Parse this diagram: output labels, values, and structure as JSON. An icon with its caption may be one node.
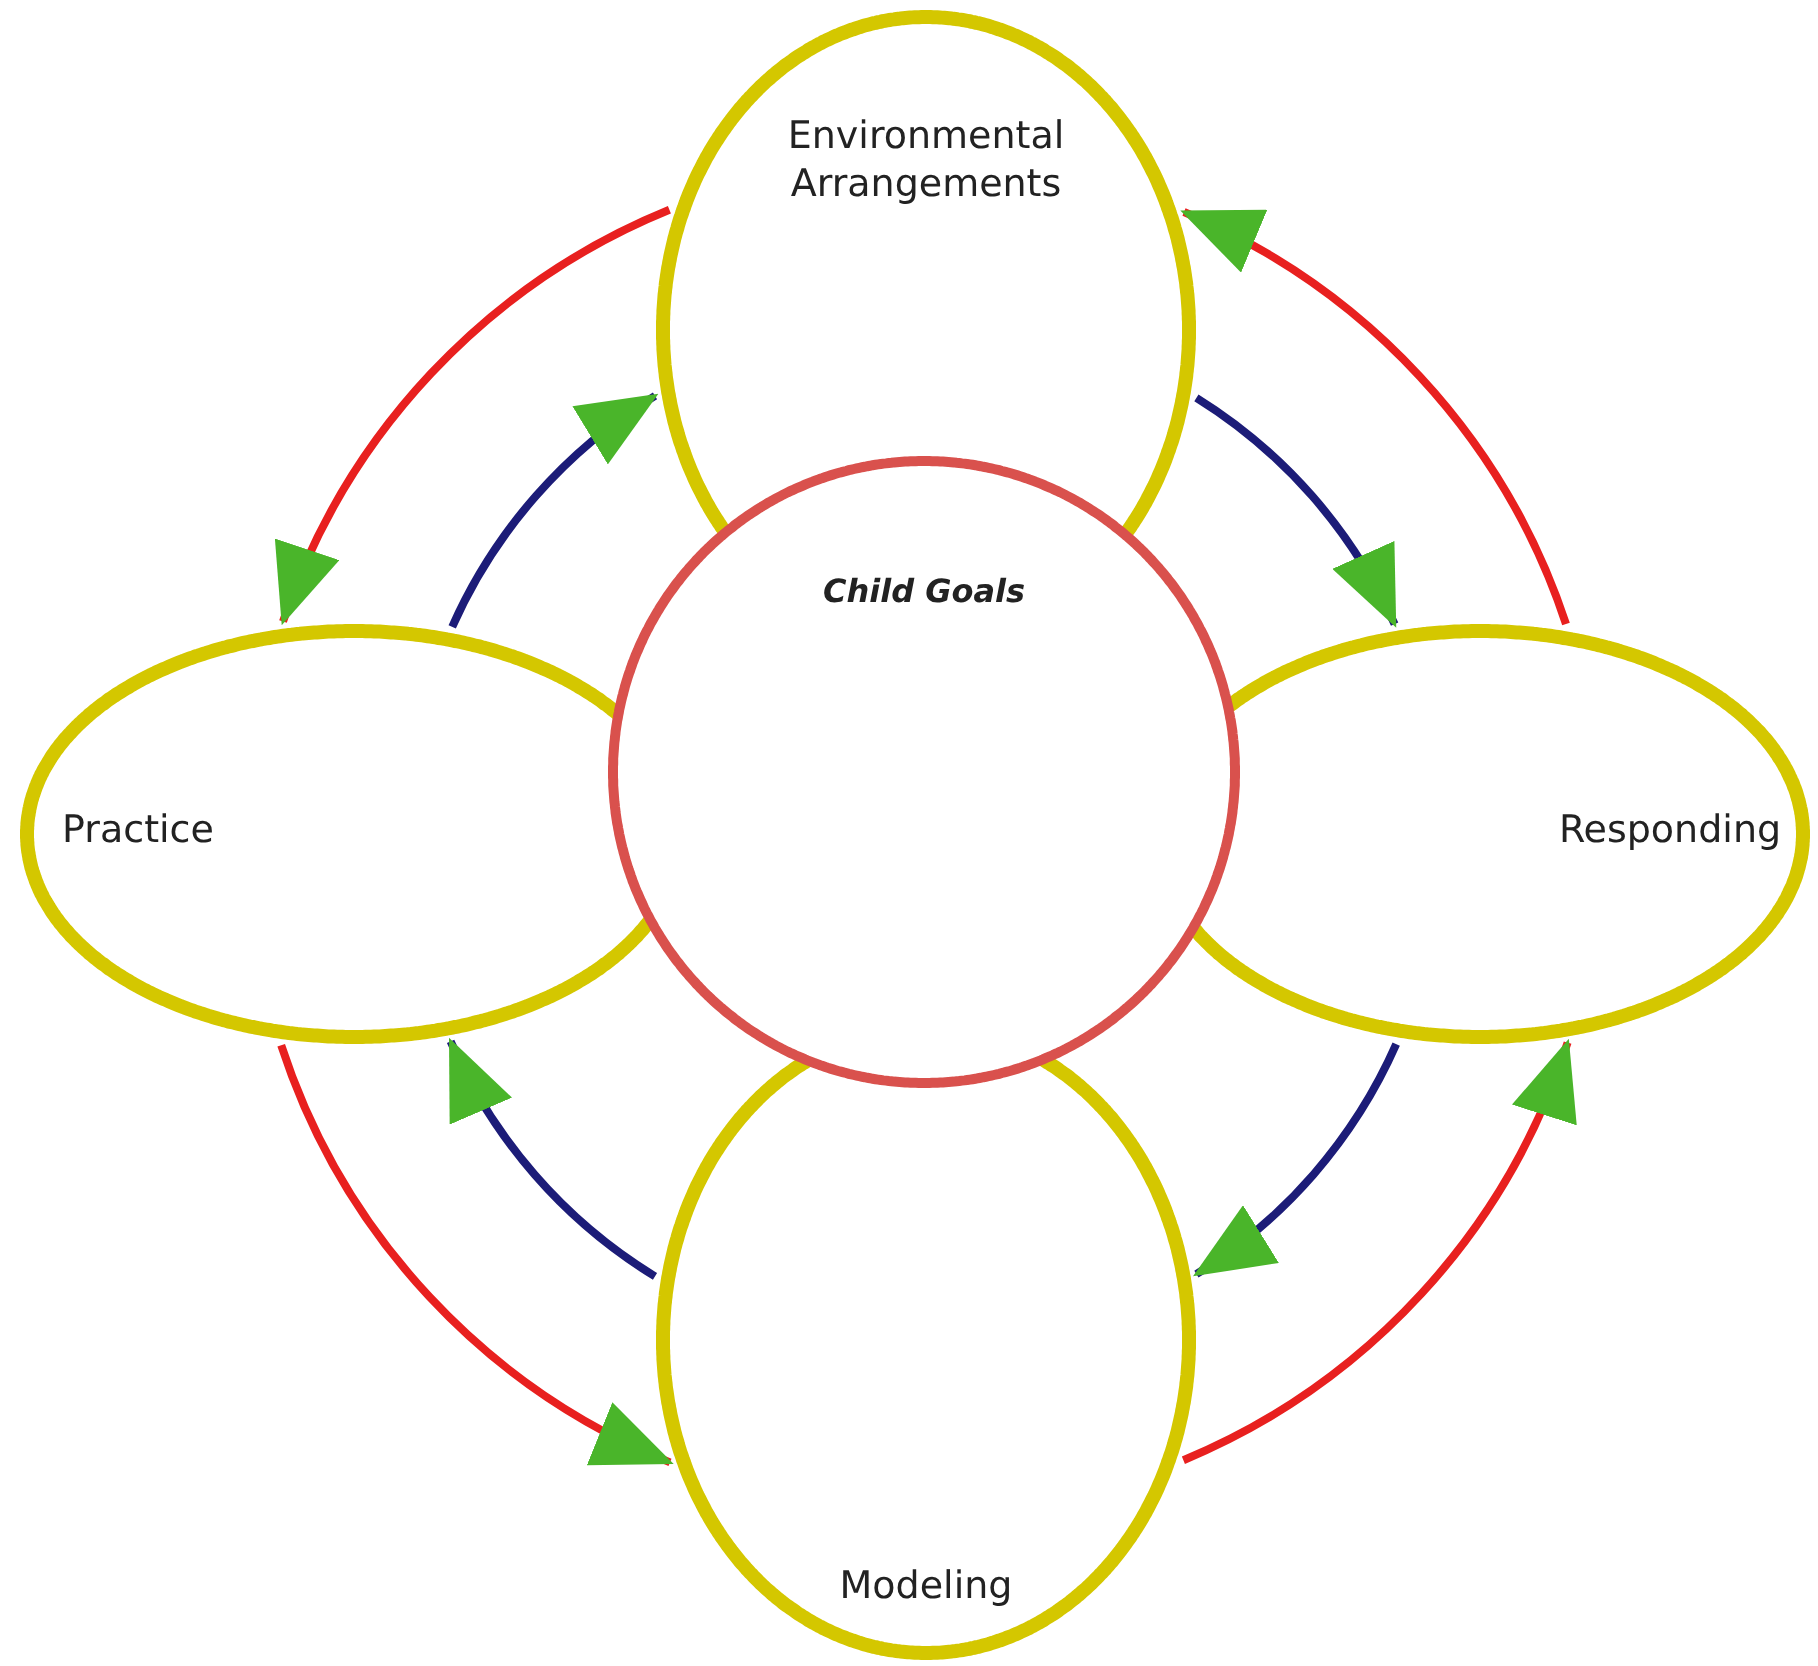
{
  "diagram": {
    "nodes": [
      {
        "text": [
          "Environmental Arrangements"
        ]
      },
      {
        "text": [
          "Practice"
        ]
      },
      {
        "text": [
          "Responding"
        ]
      },
      {
        "text": [
          "Modeling"
        ]
      },
      {
        "text": [
          "Child Goals"
        ]
      }
    ],
    "edges": [
      {
        "from": 0,
        "to": 1,
        "arrow": "to",
        "color": "#e8201f"
      },
      {
        "from": 1,
        "to": 3,
        "arrow": "to",
        "color": "#e8201f"
      },
      {
        "from": 3,
        "to": 2,
        "arrow": "to",
        "color": "#e8201f"
      },
      {
        "from": 2,
        "to": 0,
        "arrow": "to",
        "color": "#e8201f"
      },
      {
        "from": 1,
        "to": 0,
        "arrow": "to",
        "color": "#1c1c78"
      },
      {
        "from": 0,
        "to": 2,
        "arrow": "to",
        "color": "#1c1c78"
      },
      {
        "from": 2,
        "to": 3,
        "arrow": "to",
        "color": "#1c1c78"
      },
      {
        "from": 3,
        "to": 1,
        "arrow": "to",
        "color": "#1c1c78"
      }
    ]
  }
}
